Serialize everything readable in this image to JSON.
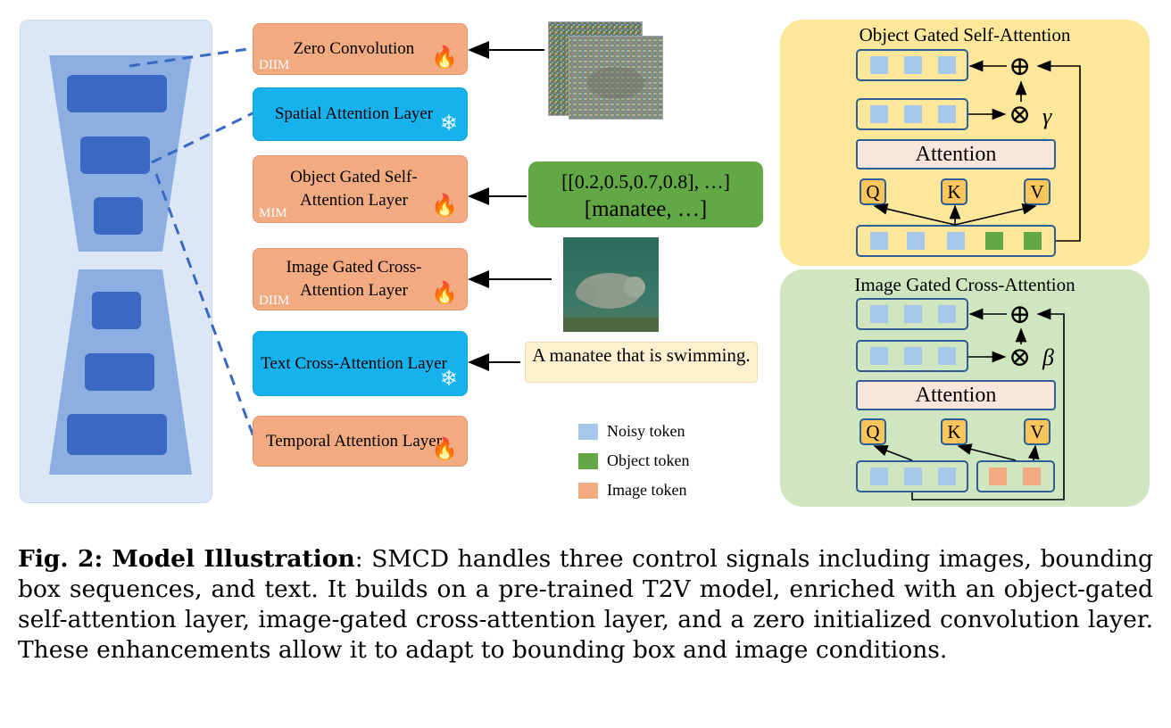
{
  "layers": [
    {
      "label": "Zero Convolution",
      "tag": "DIIM",
      "icon": "fire-icon"
    },
    {
      "label": "Spatial Attention Layer",
      "tag": "",
      "icon": "snowflake-icon"
    },
    {
      "label": "Object Gated Self-Attention Layer",
      "tag": "MIM",
      "icon": "fire-icon"
    },
    {
      "label": "Image Gated Cross-Attention Layer",
      "tag": "DIIM",
      "icon": "fire-icon"
    },
    {
      "label": "Text Cross-Attention Layer",
      "tag": "",
      "icon": "snowflake-icon"
    },
    {
      "label": "Temporal Attention Layer",
      "tag": "",
      "icon": "fire-icon"
    }
  ],
  "inputs": {
    "bbox_line1": "[[0.2,0.5,0.7,0.8], …]",
    "bbox_line2": "[manatee, …]",
    "text_prompt": "A manatee that is swimming."
  },
  "legend": [
    {
      "label": "Noisy token",
      "color": "#a8c8ea"
    },
    {
      "label": "Object token",
      "color": "#62a845"
    },
    {
      "label": "Image token",
      "color": "#f2aa80"
    }
  ],
  "panels": {
    "self_attention": {
      "title": "Object Gated Self-Attention",
      "attention": "Attention",
      "gate": "γ",
      "bg": "#fde79a"
    },
    "cross_attention": {
      "title": "Image Gated Cross-Attention",
      "attention": "Attention",
      "gate": "β",
      "bg": "#cfe6c0"
    },
    "q": "Q",
    "k": "K",
    "v": "V"
  },
  "caption": {
    "label": "Fig. 2: Model Illustration",
    "text": ": SMCD handles three control signals including images, bounding box sequences, and text. It builds on a pre-trained T2V model, enriched with an object-gated self-attention layer, image-gated cross-attention layer, and a zero initialized convolution layer. These enhancements allow it to adapt to bounding box and image conditions."
  },
  "colors": {
    "orange": "#f2aa80",
    "blue": "#15b2ee",
    "noisy": "#a8c8ea",
    "object": "#62a845",
    "unet_block": "#3a68c2"
  }
}
